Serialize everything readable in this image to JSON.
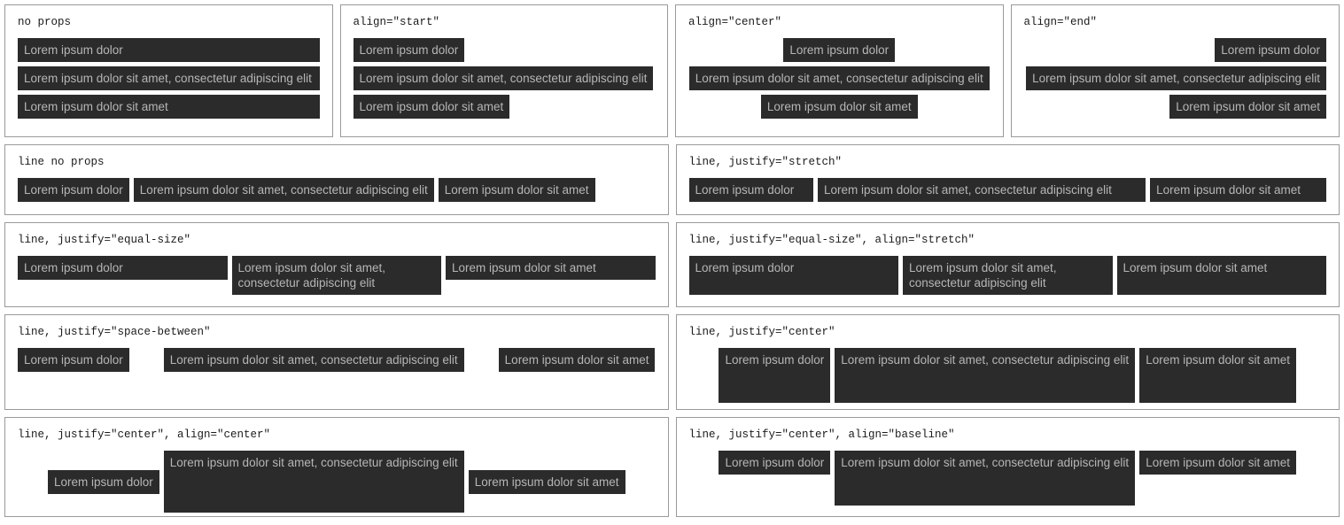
{
  "colors": {
    "box_bg": "#2b2b2b",
    "box_text": "#b6b6b6",
    "panel_border": "#9a9a9a",
    "page_bg": "#ffffff",
    "label_text": "#1b1b1b"
  },
  "text": {
    "short": "Lorem ipsum dolor",
    "long": "Lorem ipsum dolor sit amet, consectetur adipiscing elit",
    "medium": "Lorem ipsum dolor sit amet"
  },
  "panels": [
    {
      "id": "no-props",
      "label": "no props"
    },
    {
      "id": "align-start",
      "label": "align=\"start\""
    },
    {
      "id": "align-center",
      "label": "align=\"center\""
    },
    {
      "id": "align-end",
      "label": "align=\"end\""
    },
    {
      "id": "line-no-props",
      "label": "line no props"
    },
    {
      "id": "line-justify-stretch",
      "label": "line, justify=\"stretch\""
    },
    {
      "id": "line-equal-size",
      "label": "line, justify=\"equal-size\""
    },
    {
      "id": "line-equal-size-align-stretch",
      "label": "line, justify=\"equal-size\", align=\"stretch\""
    },
    {
      "id": "line-space-between",
      "label": "line, justify=\"space-between\""
    },
    {
      "id": "line-center",
      "label": "line, justify=\"center\""
    },
    {
      "id": "line-center-align-center",
      "label": "line, justify=\"center\", align=\"center\""
    },
    {
      "id": "line-center-align-baseline",
      "label": "line, justify=\"center\", align=\"baseline\""
    }
  ]
}
